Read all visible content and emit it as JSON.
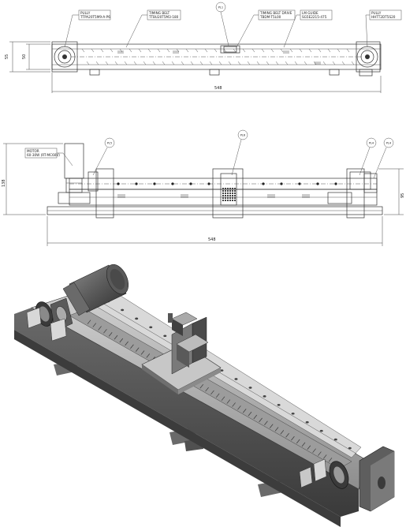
{
  "top_view": {
    "callouts": [
      {
        "id": "pully-left",
        "line1": "PULLY",
        "line2": "TTPA20T5M9-A-P6"
      },
      {
        "id": "timing-belt",
        "line1": "TIMING BELT",
        "line2": "TTBU20T5M3-180"
      },
      {
        "id": "timing-belt-drive",
        "line1": "TIMING BELT DRIVE",
        "line2": "TBDM-T5L00"
      },
      {
        "id": "lm-guide",
        "line1": "LM GUIDE",
        "line2": "SG5E2215-475"
      },
      {
        "id": "pully-right",
        "line1": "PULLY",
        "line2": "HHTT2DT5S20"
      }
    ],
    "bubble": "PL1",
    "dim_height_outer": "55",
    "dim_height_inner": "50",
    "dim_length": "548"
  },
  "front_view": {
    "motor": {
      "line1": "MOTOR",
      "line2": "60-30W (RT-MC60V)"
    },
    "bubbles": [
      "PL5",
      "PL6",
      "PL4",
      "PL4"
    ],
    "dim_height": "138",
    "dim_right": "95",
    "dim_length": "548"
  },
  "colors": {
    "line": "#333333",
    "frame_dark": "#4a4a4a",
    "frame_mid": "#8a8a8a",
    "frame_light": "#c4c4c4",
    "rail": "#d8d8d8"
  }
}
